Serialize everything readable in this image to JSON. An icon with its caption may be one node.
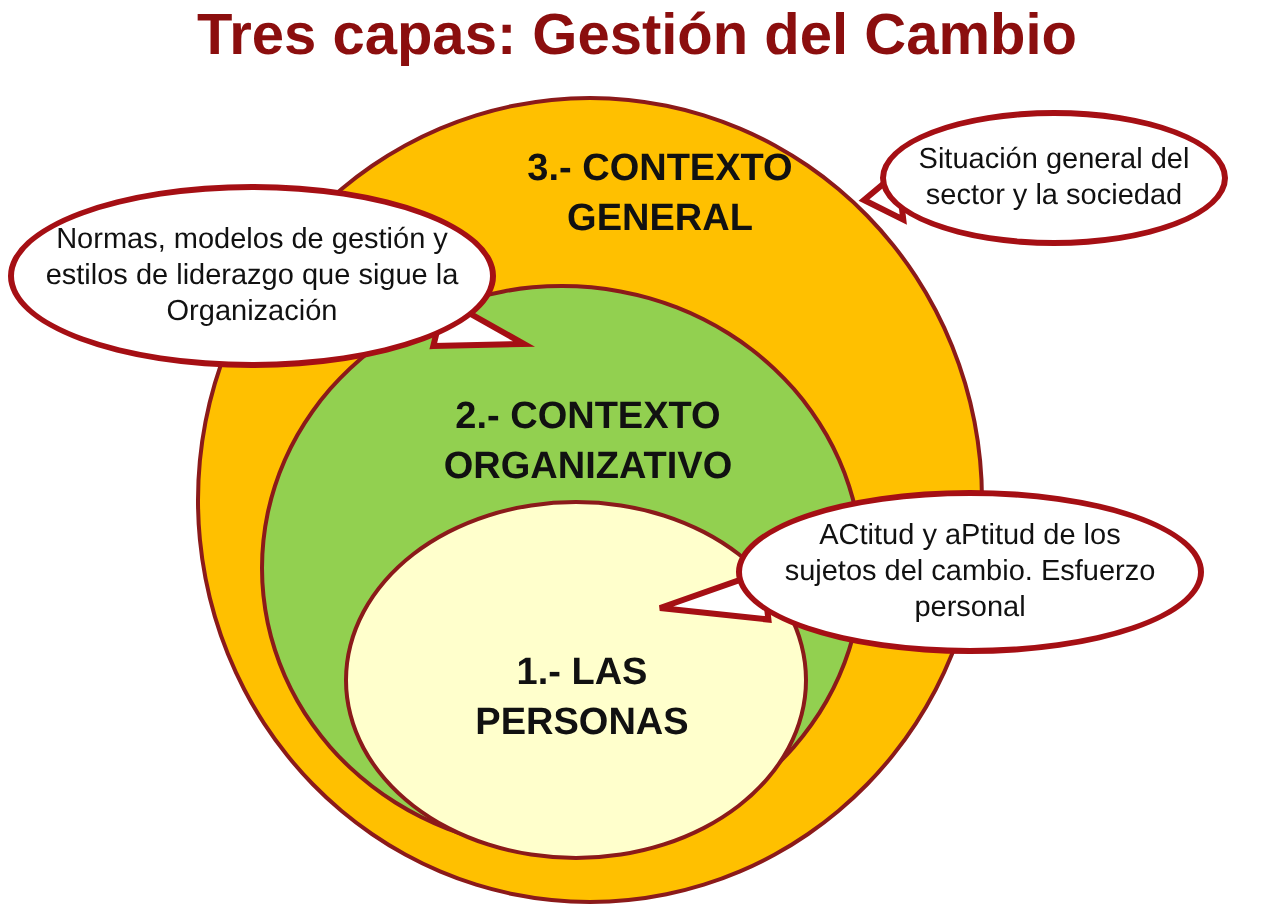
{
  "diagram": {
    "title": "Tres capas: Gestión del Cambio",
    "nodes": [
      {
        "text": [
          "3.- CONTEXTO GENERAL"
        ]
      },
      {
        "text": [
          "2.- CONTEXTO ORGANIZATIVO"
        ],
        "in": 0
      },
      {
        "text": [
          "1.- LAS PERSONAS"
        ],
        "in": 1
      },
      {
        "text": [
          "Situación general del sector y la sociedad"
        ]
      },
      {
        "text": [
          "Normas, modelos de gestión y estilos de liderazgo que sigue la Organización"
        ]
      },
      {
        "text": [
          "ACtitud y aPtitud de los sujetos del cambio. Esfuerzo personal"
        ]
      }
    ],
    "edges": [
      {
        "from": 3,
        "to": 0,
        "arrow": "to"
      },
      {
        "from": 4,
        "to": 1,
        "arrow": "to"
      },
      {
        "from": 5,
        "to": 2,
        "arrow": "to"
      }
    ]
  }
}
